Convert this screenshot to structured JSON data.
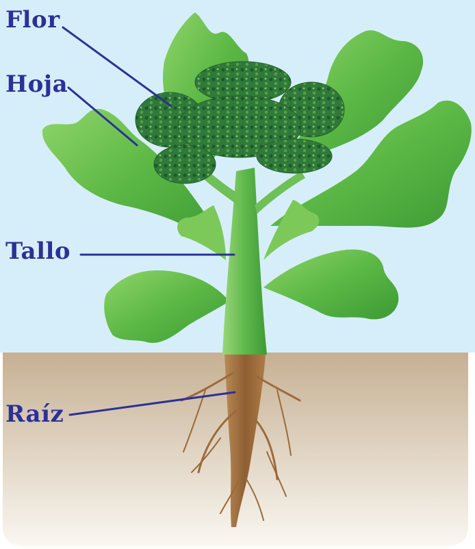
{
  "diagram": {
    "labels": {
      "flor": "Flor",
      "hoja": "Hoja",
      "tallo": "Tallo",
      "raiz": "Raíz"
    },
    "colors": {
      "sky": "#d6eef9",
      "soil_top": "#c6b093",
      "soil_bottom": "#faf7f1",
      "label_text": "#2b3196",
      "leader_line": "#2b3196",
      "leaf": "#6cc449",
      "leaf_dark": "#3c9a34",
      "flower": "#2f7a3a",
      "stem": "#6ec057",
      "root": "#9a6a3a"
    },
    "icons": {
      "plant": "plant-illustration"
    }
  }
}
